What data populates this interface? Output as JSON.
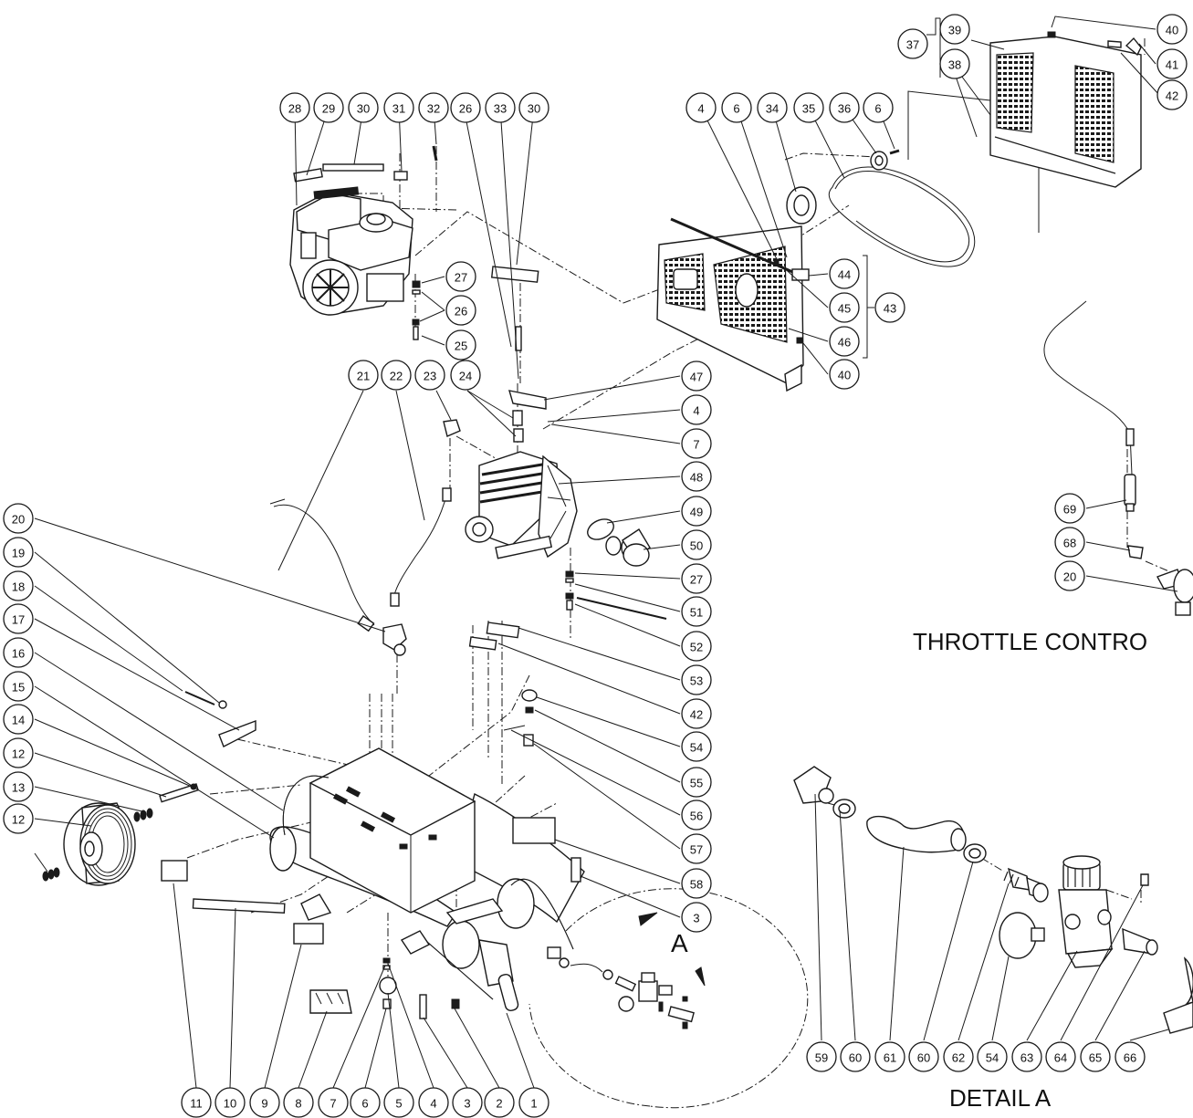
{
  "captions": {
    "throttle": "THROTTLE CONTRO",
    "detail": "DETAIL  A",
    "detail_letter": "A"
  },
  "bubbles": [
    {
      "id": "b40a",
      "t": "40"
    },
    {
      "id": "b41",
      "t": "41"
    },
    {
      "id": "b42a",
      "t": "42"
    },
    {
      "id": "b39",
      "t": "39"
    },
    {
      "id": "b37",
      "t": "37"
    },
    {
      "id": "b38",
      "t": "38"
    },
    {
      "id": "b28",
      "t": "28"
    },
    {
      "id": "b29",
      "t": "29"
    },
    {
      "id": "b30a",
      "t": "30"
    },
    {
      "id": "b31",
      "t": "31"
    },
    {
      "id": "b32",
      "t": "32"
    },
    {
      "id": "b26a",
      "t": "26"
    },
    {
      "id": "b33",
      "t": "33"
    },
    {
      "id": "b30b",
      "t": "30"
    },
    {
      "id": "b4a",
      "t": "4"
    },
    {
      "id": "b6a",
      "t": "6"
    },
    {
      "id": "b34",
      "t": "34"
    },
    {
      "id": "b35",
      "t": "35"
    },
    {
      "id": "b36",
      "t": "36"
    },
    {
      "id": "b6b",
      "t": "6"
    },
    {
      "id": "b27a",
      "t": "27"
    },
    {
      "id": "b26b",
      "t": "26"
    },
    {
      "id": "b25",
      "t": "25"
    },
    {
      "id": "b44",
      "t": "44"
    },
    {
      "id": "b45",
      "t": "45"
    },
    {
      "id": "b43",
      "t": "43"
    },
    {
      "id": "b46",
      "t": "46"
    },
    {
      "id": "b40b",
      "t": "40"
    },
    {
      "id": "b21",
      "t": "21"
    },
    {
      "id": "b22",
      "t": "22"
    },
    {
      "id": "b23",
      "t": "23"
    },
    {
      "id": "b24",
      "t": "24"
    },
    {
      "id": "b47",
      "t": "47"
    },
    {
      "id": "b4b",
      "t": "4"
    },
    {
      "id": "b7a",
      "t": "7"
    },
    {
      "id": "b48",
      "t": "48"
    },
    {
      "id": "b49",
      "t": "49"
    },
    {
      "id": "b50",
      "t": "50"
    },
    {
      "id": "b27b",
      "t": "27"
    },
    {
      "id": "b51",
      "t": "51"
    },
    {
      "id": "b52",
      "t": "52"
    },
    {
      "id": "b53",
      "t": "53"
    },
    {
      "id": "b42b",
      "t": "42"
    },
    {
      "id": "b54a",
      "t": "54"
    },
    {
      "id": "b55",
      "t": "55"
    },
    {
      "id": "b56",
      "t": "56"
    },
    {
      "id": "b57",
      "t": "57"
    },
    {
      "id": "b58",
      "t": "58"
    },
    {
      "id": "b3a",
      "t": "3"
    },
    {
      "id": "b20a",
      "t": "20"
    },
    {
      "id": "b19",
      "t": "19"
    },
    {
      "id": "b18",
      "t": "18"
    },
    {
      "id": "b17",
      "t": "17"
    },
    {
      "id": "b16",
      "t": "16"
    },
    {
      "id": "b15",
      "t": "15"
    },
    {
      "id": "b14",
      "t": "14"
    },
    {
      "id": "b12a",
      "t": "12"
    },
    {
      "id": "b13",
      "t": "13"
    },
    {
      "id": "b12b",
      "t": "12"
    },
    {
      "id": "b11",
      "t": "11"
    },
    {
      "id": "b10",
      "t": "10"
    },
    {
      "id": "b9",
      "t": "9"
    },
    {
      "id": "b8",
      "t": "8"
    },
    {
      "id": "b7b",
      "t": "7"
    },
    {
      "id": "b6c",
      "t": "6"
    },
    {
      "id": "b5",
      "t": "5"
    },
    {
      "id": "b4c",
      "t": "4"
    },
    {
      "id": "b3b",
      "t": "3"
    },
    {
      "id": "b2",
      "t": "2"
    },
    {
      "id": "b1",
      "t": "1"
    },
    {
      "id": "b69",
      "t": "69"
    },
    {
      "id": "b68",
      "t": "68"
    },
    {
      "id": "b20b",
      "t": "20"
    },
    {
      "id": "b59",
      "t": "59"
    },
    {
      "id": "b60a",
      "t": "60"
    },
    {
      "id": "b61",
      "t": "61"
    },
    {
      "id": "b60b",
      "t": "60"
    },
    {
      "id": "b62",
      "t": "62"
    },
    {
      "id": "b54b",
      "t": "54"
    },
    {
      "id": "b63",
      "t": "63"
    },
    {
      "id": "b64",
      "t": "64"
    },
    {
      "id": "b65",
      "t": "65"
    },
    {
      "id": "b66",
      "t": "66"
    }
  ]
}
